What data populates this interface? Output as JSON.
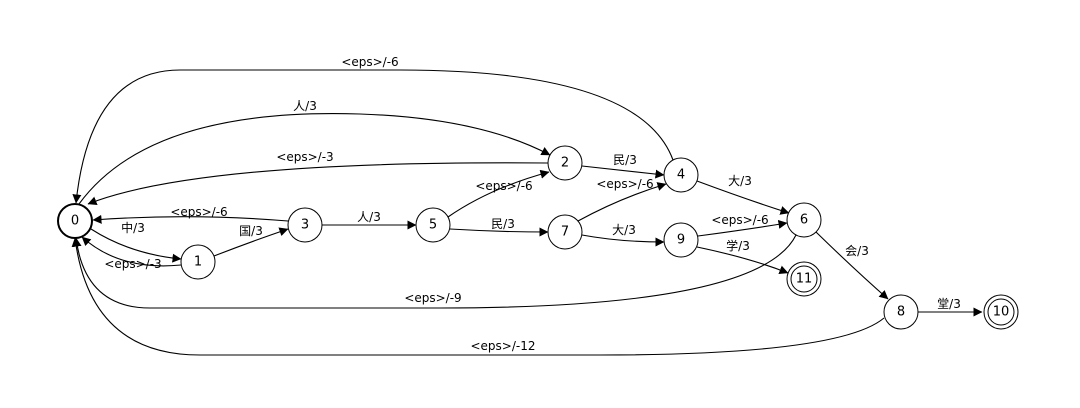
{
  "diagram": {
    "states": [
      {
        "id": "0",
        "label": "0",
        "kind": "start"
      },
      {
        "id": "1",
        "label": "1"
      },
      {
        "id": "2",
        "label": "2"
      },
      {
        "id": "3",
        "label": "3"
      },
      {
        "id": "4",
        "label": "4"
      },
      {
        "id": "5",
        "label": "5"
      },
      {
        "id": "6",
        "label": "6"
      },
      {
        "id": "7",
        "label": "7"
      },
      {
        "id": "8",
        "label": "8"
      },
      {
        "id": "9",
        "label": "9"
      },
      {
        "id": "10",
        "label": "10",
        "kind": "final"
      },
      {
        "id": "11",
        "label": "11",
        "kind": "final"
      }
    ],
    "transitions": [
      {
        "id": "t0_1",
        "from": "0",
        "to": "1",
        "label": "中/3"
      },
      {
        "id": "t1_0",
        "from": "1",
        "to": "0",
        "label": "<eps>/-3"
      },
      {
        "id": "t1_3",
        "from": "1",
        "to": "3",
        "label": "国/3"
      },
      {
        "id": "t3_0",
        "from": "3",
        "to": "0",
        "label": "<eps>/-6"
      },
      {
        "id": "t3_5",
        "from": "3",
        "to": "5",
        "label": "人/3"
      },
      {
        "id": "t5_2",
        "from": "5",
        "to": "2",
        "label": "<eps>/-6"
      },
      {
        "id": "t5_7",
        "from": "5",
        "to": "7",
        "label": "民/3"
      },
      {
        "id": "t0_2",
        "from": "0",
        "to": "2",
        "label": "人/3"
      },
      {
        "id": "t2_0",
        "from": "2",
        "to": "0",
        "label": "<eps>/-3"
      },
      {
        "id": "t2_4",
        "from": "2",
        "to": "4",
        "label": "民/3"
      },
      {
        "id": "t4_0",
        "from": "4",
        "to": "0",
        "label": "<eps>/-6"
      },
      {
        "id": "t7_4",
        "from": "7",
        "to": "4",
        "label": "<eps>/-6"
      },
      {
        "id": "t7_9",
        "from": "7",
        "to": "9",
        "label": "大/3"
      },
      {
        "id": "t4_6",
        "from": "4",
        "to": "6",
        "label": "大/3"
      },
      {
        "id": "t9_6",
        "from": "9",
        "to": "6",
        "label": "<eps>/-6"
      },
      {
        "id": "t9_11",
        "from": "9",
        "to": "11",
        "label": "学/3"
      },
      {
        "id": "t6_0",
        "from": "6",
        "to": "0",
        "label": "<eps>/-9"
      },
      {
        "id": "t6_8",
        "from": "6",
        "to": "8",
        "label": "会/3"
      },
      {
        "id": "t8_10",
        "from": "8",
        "to": "10",
        "label": "堂/3"
      },
      {
        "id": "t8_0",
        "from": "8",
        "to": "0",
        "label": "<eps>/-12"
      }
    ]
  }
}
